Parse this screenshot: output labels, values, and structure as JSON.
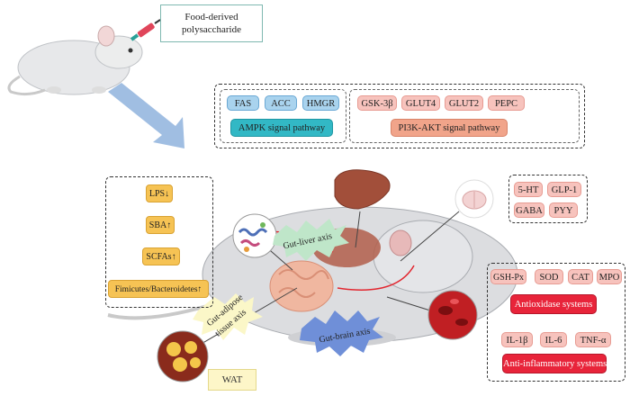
{
  "food_label": "Food-derived polysaccharide",
  "ampk": {
    "markers": [
      "FAS",
      "ACC",
      "HMGR"
    ],
    "pathway": "AMPK signal pathway"
  },
  "pi3k": {
    "markers": [
      "GSK-3β",
      "GLUT4",
      "GLUT2",
      "PEPC"
    ],
    "pathway": "PI3K-AKT signal pathway"
  },
  "gut_markers": [
    "LPS",
    "SBA",
    "SCFAs",
    "Fimicutes/Bacteroidetes"
  ],
  "gut_marker_arrows": [
    "↓",
    "↑",
    "↑",
    "↑"
  ],
  "brain_markers": [
    "5-HT",
    "GLP-1",
    "GABA",
    "PYY"
  ],
  "antioxidase": {
    "markers": [
      "GSH-Px",
      "SOD",
      "CAT",
      "MPO"
    ],
    "system": "Antioxidase systems"
  },
  "anti_inflammatory": {
    "markers": [
      "IL-1β",
      "IL-6",
      "TNF-α"
    ],
    "system": "Anti-inflammatory systems"
  },
  "axes": {
    "gut_liver": "Gut-liver axis",
    "gut_brain": "Gut-brain axis",
    "gut_adipose_line1": "Gut-adipose",
    "gut_adipose_line2": "tissue axis"
  },
  "wat": "WAT",
  "icons": [
    "mouse",
    "syringe",
    "liver",
    "brain",
    "gut",
    "bacteria",
    "adipose-tissue",
    "blood-vessels"
  ],
  "colors": {
    "ampk_blue": "#a9d3ee",
    "ampk_teal": "#32b8c5",
    "pi3k_pink": "#f7c3bd",
    "pi3k_salmon": "#f1a48a",
    "gut_yellow": "#f6c354",
    "system_red": "#e8243a",
    "arrow_blue": "#8fb3dd"
  }
}
